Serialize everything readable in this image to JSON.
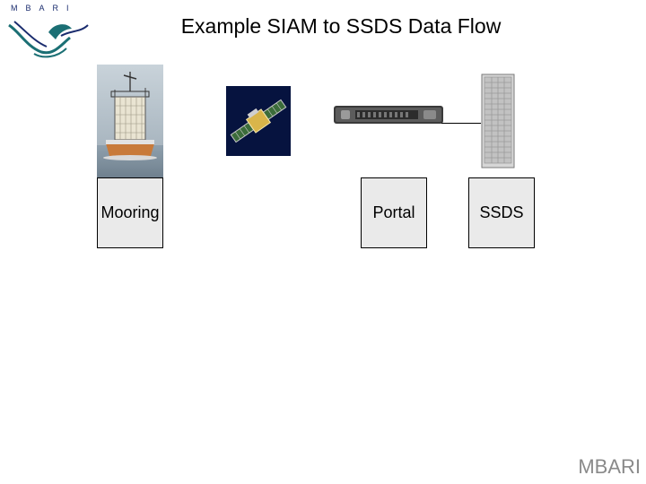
{
  "logo": {
    "text": "MBARI"
  },
  "slide": {
    "title": "Example SIAM to SSDS Data Flow"
  },
  "nodes": {
    "mooring": "Mooring",
    "portal": "Portal",
    "ssds": "SSDS"
  },
  "footer": {
    "brand": "MBARI"
  },
  "colors": {
    "box_fill": "#eaeaea",
    "box_border": "#000000",
    "footer_text": "#8a8a8a",
    "logo_navy": "#1a2c6e",
    "logo_teal": "#1b6f74"
  }
}
